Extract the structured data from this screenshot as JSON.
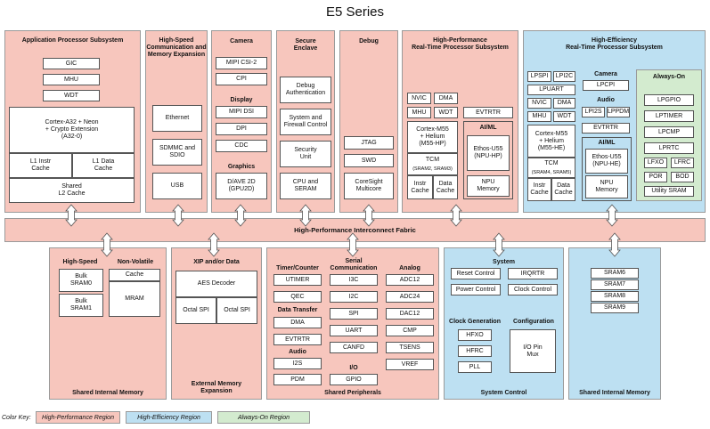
{
  "title": "E5 Series",
  "app": {
    "heading": "Application Processor Subsystem",
    "gic": "GIC",
    "mhu": "MHU",
    "wdt": "WDT",
    "cortex": "Cortex-A32 + Neon\n+ Crypto Extension\n(A32-0)",
    "l1i": "L1 Instr\nCache",
    "l1d": "L1 Data\nCache",
    "l2": "Shared\nL2 Cache"
  },
  "hscomm": {
    "heading": "High-Speed\nCommunication and\nMemory Expansion",
    "ethernet": "Ethernet",
    "sdmmc": "SDMMC and\nSDIO",
    "usb": "USB"
  },
  "camera": {
    "heading": "Camera",
    "mipi_csi": "MIPI CSI-2",
    "cpi": "CPI",
    "display_heading": "Display",
    "mipi_dsi": "MIPI DSI",
    "dpi": "DPI",
    "cdc": "CDC",
    "graphics_heading": "Graphics",
    "gpu": "D/AVE 2D\n(GPU2D)"
  },
  "secure": {
    "heading": "Secure\nEnclave",
    "debug_auth": "Debug\nAuthentication",
    "sys_fw": "System and\nFirewall Control",
    "sec_unit": "Security\nUnit",
    "cpu_seram": "CPU and\nSERAM"
  },
  "debug": {
    "heading": "Debug",
    "jtag": "JTAG",
    "swd": "SWD",
    "coresight": "CoreSight\nMulticore"
  },
  "hp_rt": {
    "heading": "High-Performance\nReal-Time Processor Subsystem",
    "nvic": "NVIC",
    "dma": "DMA",
    "mhu": "MHU",
    "wdt": "WDT",
    "evtrtr": "EVTRTR",
    "cortex": "Cortex-M55\n+ Helium\n(M55-HP)",
    "tcm": "TCM",
    "tcm_sub": "(SRAM2, SRAM3)",
    "instr": "Instr\nCache",
    "data": "Data\nCache",
    "aiml_heading": "AI/ML",
    "ethos": "Ethos-U55\n(NPU-HP)",
    "npu_mem": "NPU\nMemory"
  },
  "he_rt": {
    "heading": "High-Efficiency\nReal-Time Processor Subsystem",
    "lpspi": "LPSPI",
    "lpi2c": "LPI2C",
    "lpuart": "LPUART",
    "nvic": "NVIC",
    "dma": "DMA",
    "mhu": "MHU",
    "wdt": "WDT",
    "cortex": "Cortex-M55\n+ Helium\n(M55-HE)",
    "tcm": "TCM",
    "tcm_sub": "(SRAM4, SRAM5)",
    "instr": "Instr\nCache",
    "data": "Data\nCache",
    "camera_heading": "Camera",
    "lpcpi": "LPCPI",
    "audio_heading": "Audio",
    "lpi2s": "LPI2S",
    "lppdm": "LPPDM",
    "evtrtr": "EVTRTR",
    "aiml_heading": "AI/ML",
    "ethos": "Ethos-U55\n(NPU-HE)",
    "npu_mem": "NPU\nMemory"
  },
  "always_on": {
    "heading": "Always-On",
    "lpgpio": "LPGPIO",
    "lptimer": "LPTIMER",
    "lpcmp": "LPCMP",
    "lprtc": "LPRTC",
    "lfxo": "LFXO",
    "lfrc": "LFRC",
    "por": "POR",
    "bod": "BOD",
    "sram": "Utility SRAM"
  },
  "fabric": "High-Performance Interconnect Fabric",
  "shmem1": {
    "hs_heading": "High-Speed",
    "nv_heading": "Non-Volatile",
    "bulk0": "Bulk\nSRAM0",
    "bulk1": "Bulk\nSRAM1",
    "cache": "Cache",
    "mram": "MRAM",
    "footer": "Shared Internal Memory"
  },
  "xip": {
    "heading": "XIP and/or Data",
    "aes": "AES Decoder",
    "ospi1": "Octal SPI",
    "ospi2": "Octal SPI",
    "footer": "External Memory\nExpansion"
  },
  "periph": {
    "timer_heading": "Timer/Counter",
    "utimer": "UTIMER",
    "qec": "QEC",
    "dt_heading": "Data Transfer",
    "dma": "DMA",
    "evtrtr": "EVTRTR",
    "audio_heading": "Audio",
    "i2s": "I2S",
    "pdm": "PDM",
    "serial_heading": "Serial\nCommunication",
    "i3c": "I3C",
    "i2c": "I2C",
    "spi": "SPI",
    "uart": "UART",
    "canfd": "CANFD",
    "io_heading": "I/O",
    "gpio": "GPIO",
    "analog_heading": "Analog",
    "adc12": "ADC12",
    "adc24": "ADC24",
    "dac12": "DAC12",
    "cmp": "CMP",
    "tsens": "TSENS",
    "vref": "VREF",
    "footer": "Shared Peripherals"
  },
  "sysctrl": {
    "heading": "System",
    "reset": "Reset Control",
    "irqrtr": "IRQRTR",
    "power": "Power Control",
    "clock": "Clock Control",
    "clkgen_heading": "Clock Generation",
    "hfxo": "HFXO",
    "hfrc": "HFRC",
    "pll": "PLL",
    "config_heading": "Configuration",
    "iopin": "I/O Pin\nMux",
    "footer": "System Control"
  },
  "shmem2": {
    "sram6": "SRAM6",
    "sram7": "SRAM7",
    "sram8": "SRAM8",
    "sram9": "SRAM9",
    "footer": "Shared Internal Memory"
  },
  "key": {
    "label": "Color Key:",
    "hp": "High-Performance Region",
    "he": "High-Efficiency Region",
    "ao": "Always-On Region"
  },
  "colors": {
    "hp": "#f7c6bd",
    "he": "#bde0f2",
    "ao": "#d3ebcf"
  }
}
